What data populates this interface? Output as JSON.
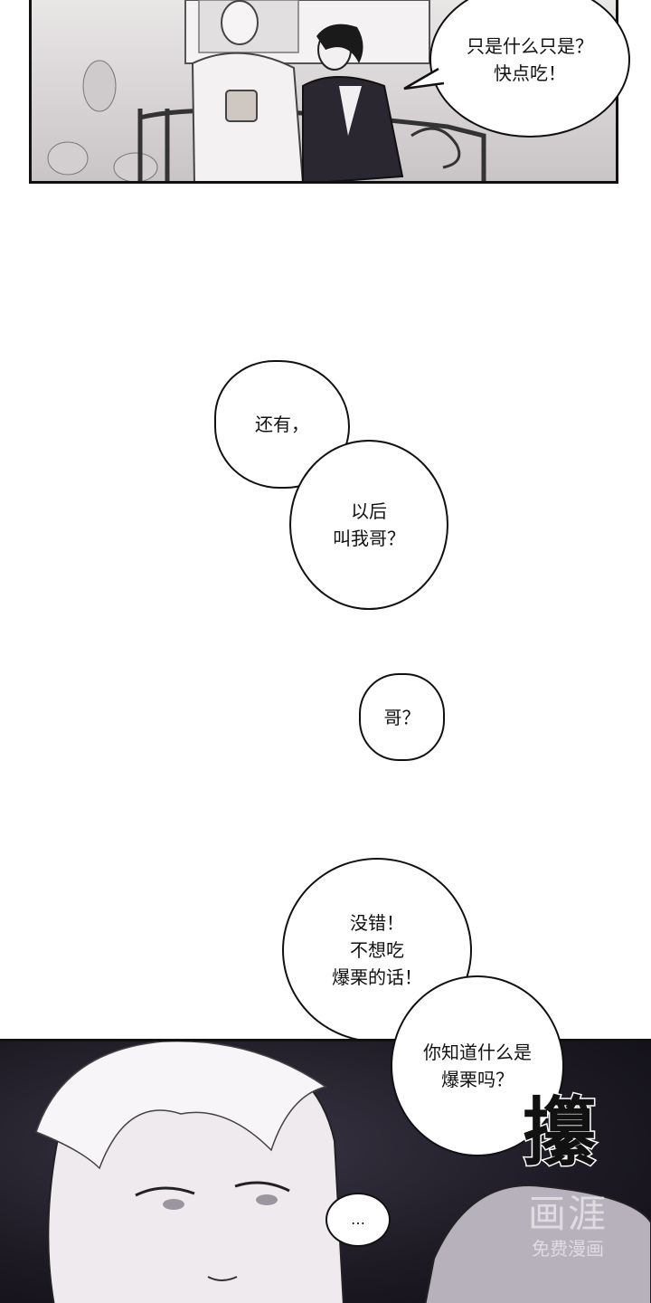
{
  "panels": {
    "top": {
      "bubble": {
        "lines": [
          "只是什么只是？",
          "快点吃！"
        ]
      }
    },
    "middle": {
      "bubble_1": {
        "lines": [
          "还有，",
          "以后",
          "叫我哥？"
        ]
      },
      "bubble_2": {
        "lines": [
          "哥？"
        ]
      },
      "bubble_3": {
        "lines": [
          "没错！",
          "不想吃",
          "爆栗的话！",
          "你知道什么是",
          "爆栗吗？"
        ]
      }
    },
    "bottom": {
      "small_bubble": {
        "text": "…"
      },
      "sfx": "攥",
      "watermark": {
        "logo": "画涯",
        "caption": "免费漫画"
      }
    }
  },
  "colors": {
    "ink": "#111111",
    "paper": "#ffffff",
    "dark_panel": "#1d1a24"
  }
}
